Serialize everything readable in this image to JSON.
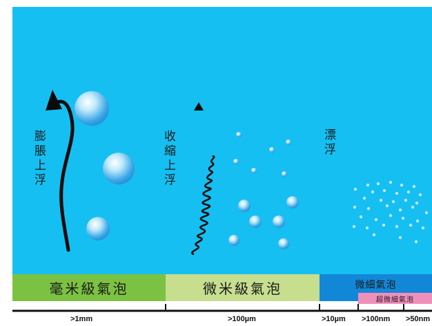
{
  "labels": {
    "expand_rise": "膨脹上浮",
    "shrink_rise": "收縮上浮",
    "float": "漂浮"
  },
  "bands": {
    "millimeter": "毫米級氣泡",
    "micrometer": "微米級氣泡",
    "fine": "微細氣泡",
    "ultrafine": "超微細氣泡"
  },
  "scale": [
    ">1mm",
    ">100µm",
    ">10µm",
    ">100nm",
    ">50nm"
  ],
  "colors": {
    "water": "#15bff1",
    "millimeter_band": "#7cc242",
    "micrometer_band": "#c6de8e",
    "fine_band": "#1287d8",
    "ultrafine_band": "#f18fbb",
    "arrow": "#0b0b0b"
  }
}
